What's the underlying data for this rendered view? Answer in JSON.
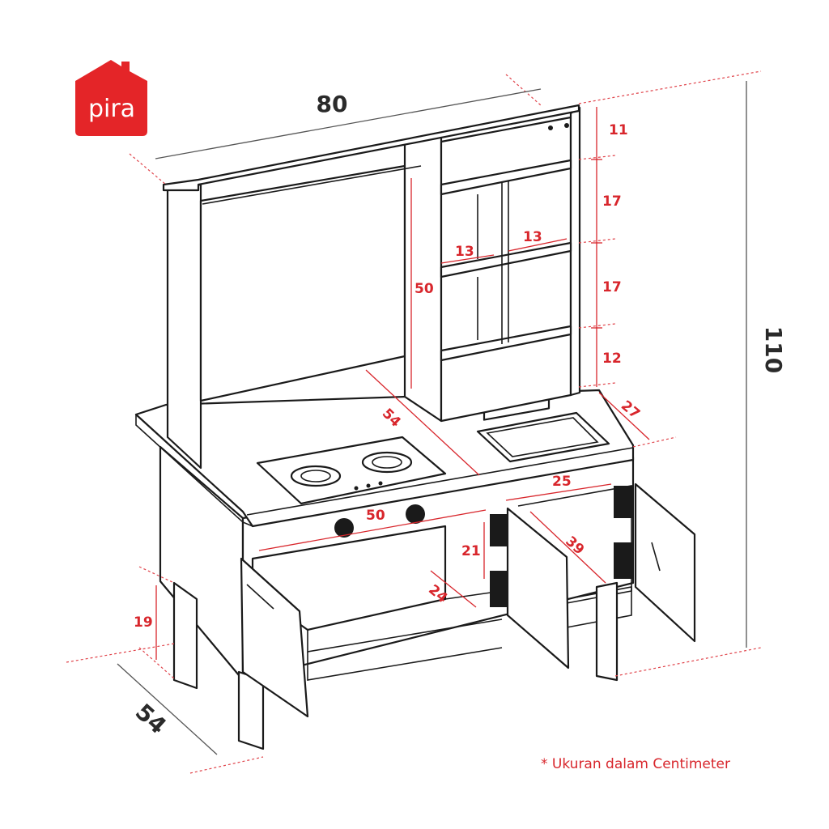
{
  "logo": {
    "text": "pira",
    "color": "#e42528"
  },
  "dimensions": {
    "width_total": "80",
    "height_total": "110",
    "depth_total": "54",
    "shelf_top": "11",
    "shelf_2": "17",
    "shelf_3": "17",
    "shelf_4": "12",
    "cubby_left": "13",
    "cubby_right": "13",
    "backboard_height": "50",
    "counter_depth": "54",
    "shelf_depth": "27",
    "right_cabinet_width": "25",
    "left_cabinet_width": "50",
    "right_cabinet_depth": "39",
    "door_height": "21",
    "left_cabinet_depth": "24",
    "leg_height": "19"
  },
  "footnote": "* Ukuran dalam Centimeter",
  "colors": {
    "dimension": "#d8262c",
    "outline": "#1a1a1a"
  }
}
